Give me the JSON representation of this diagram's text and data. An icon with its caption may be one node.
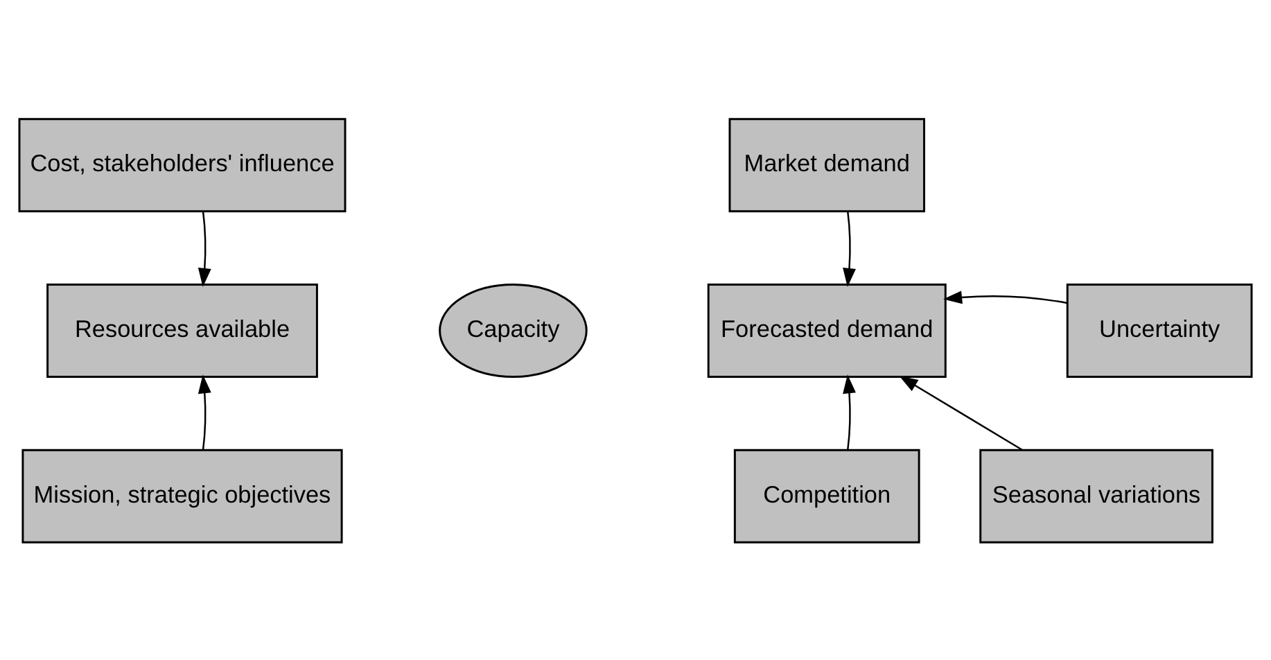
{
  "diagram": {
    "nodes": [
      {
        "text": [
          "Cost, stakeholders' influence"
        ]
      },
      {
        "text": [
          "Resources available"
        ]
      },
      {
        "text": [
          "Mission, strategic objectives"
        ]
      },
      {
        "text": [
          "Capacity"
        ]
      },
      {
        "text": [
          "Market demand"
        ]
      },
      {
        "text": [
          "Forecasted demand"
        ]
      },
      {
        "text": [
          "Uncertainty"
        ]
      },
      {
        "text": [
          "Competition"
        ]
      },
      {
        "text": [
          "Seasonal variations"
        ]
      }
    ],
    "edges": [
      {
        "from": 0,
        "to": 1,
        "arrow": "to"
      },
      {
        "from": 2,
        "to": 1,
        "arrow": "to"
      },
      {
        "from": 4,
        "to": 5,
        "arrow": "to"
      },
      {
        "from": 6,
        "to": 5,
        "arrow": "to"
      },
      {
        "from": 7,
        "to": 5,
        "arrow": "to"
      },
      {
        "from": 8,
        "to": 5,
        "arrow": "to"
      }
    ]
  }
}
